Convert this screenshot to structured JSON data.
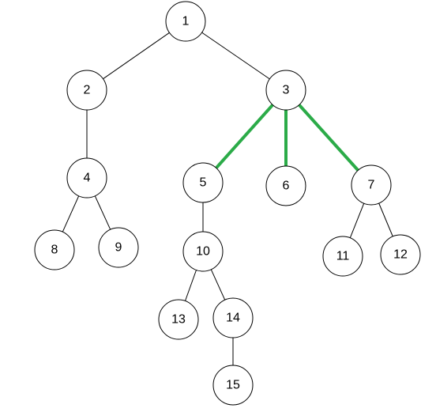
{
  "tree": {
    "highlight_color": "#2bab48",
    "nodes": [
      {
        "id": "1",
        "label": "1"
      },
      {
        "id": "2",
        "label": "2"
      },
      {
        "id": "3",
        "label": "3"
      },
      {
        "id": "4",
        "label": "4"
      },
      {
        "id": "5",
        "label": "5"
      },
      {
        "id": "6",
        "label": "6"
      },
      {
        "id": "7",
        "label": "7"
      },
      {
        "id": "8",
        "label": "8"
      },
      {
        "id": "9",
        "label": "9"
      },
      {
        "id": "10",
        "label": "10"
      },
      {
        "id": "11",
        "label": "11"
      },
      {
        "id": "12",
        "label": "12"
      },
      {
        "id": "13",
        "label": "13"
      },
      {
        "id": "14",
        "label": "14"
      },
      {
        "id": "15",
        "label": "15"
      }
    ],
    "edges": [
      {
        "from": "1",
        "to": "2",
        "highlighted": false
      },
      {
        "from": "1",
        "to": "3",
        "highlighted": false
      },
      {
        "from": "2",
        "to": "4",
        "highlighted": false
      },
      {
        "from": "4",
        "to": "8",
        "highlighted": false
      },
      {
        "from": "4",
        "to": "9",
        "highlighted": false
      },
      {
        "from": "3",
        "to": "5",
        "highlighted": true
      },
      {
        "from": "3",
        "to": "6",
        "highlighted": true
      },
      {
        "from": "3",
        "to": "7",
        "highlighted": true
      },
      {
        "from": "5",
        "to": "10",
        "highlighted": false
      },
      {
        "from": "10",
        "to": "13",
        "highlighted": false
      },
      {
        "from": "10",
        "to": "14",
        "highlighted": false
      },
      {
        "from": "14",
        "to": "15",
        "highlighted": false
      },
      {
        "from": "7",
        "to": "11",
        "highlighted": false
      },
      {
        "from": "7",
        "to": "12",
        "highlighted": false
      }
    ]
  }
}
